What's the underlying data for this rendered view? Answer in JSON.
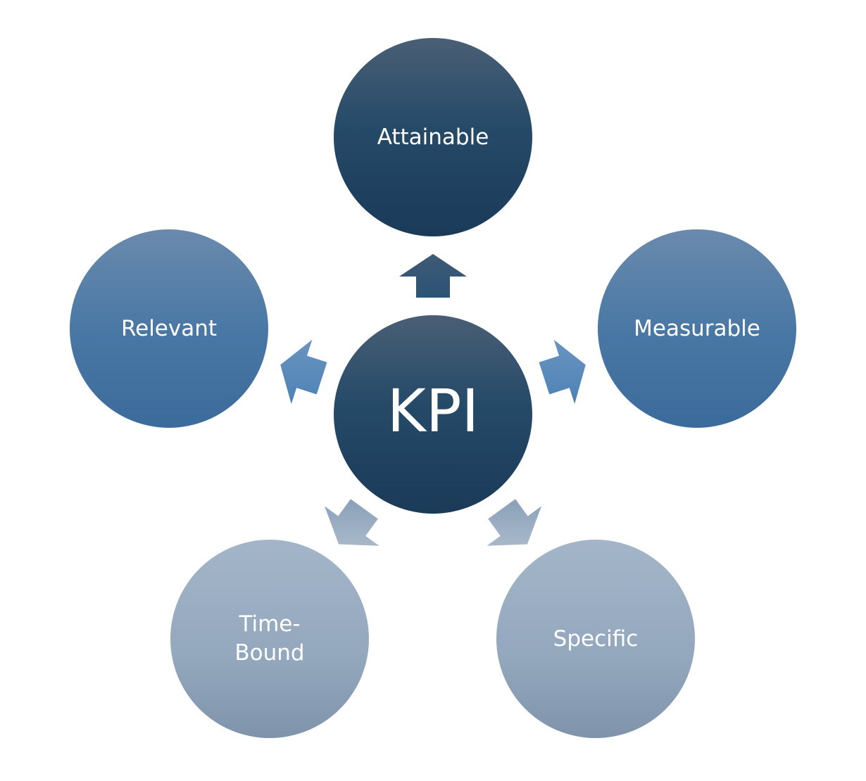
{
  "hub": {
    "label": "KPI"
  },
  "nodes": [
    {
      "id": "attainable",
      "lines": [
        "Attainable"
      ]
    },
    {
      "id": "measurable",
      "lines": [
        "Measurable"
      ]
    },
    {
      "id": "specific",
      "lines": [
        "Specific"
      ]
    },
    {
      "id": "time-bound",
      "lines": [
        "Time-",
        "Bound"
      ]
    },
    {
      "id": "relevant",
      "lines": [
        "Relevant"
      ]
    }
  ],
  "colors": {
    "dark_top": "#4a5f75",
    "dark_mid": "#254a68",
    "dark_bottom": "#1a3a58",
    "mid_top": "#6a8aad",
    "mid_bottom": "#3b6b9b",
    "light_top": "#a4b5c8",
    "light_bottom": "#7f93ab",
    "label": "#ffffff"
  }
}
